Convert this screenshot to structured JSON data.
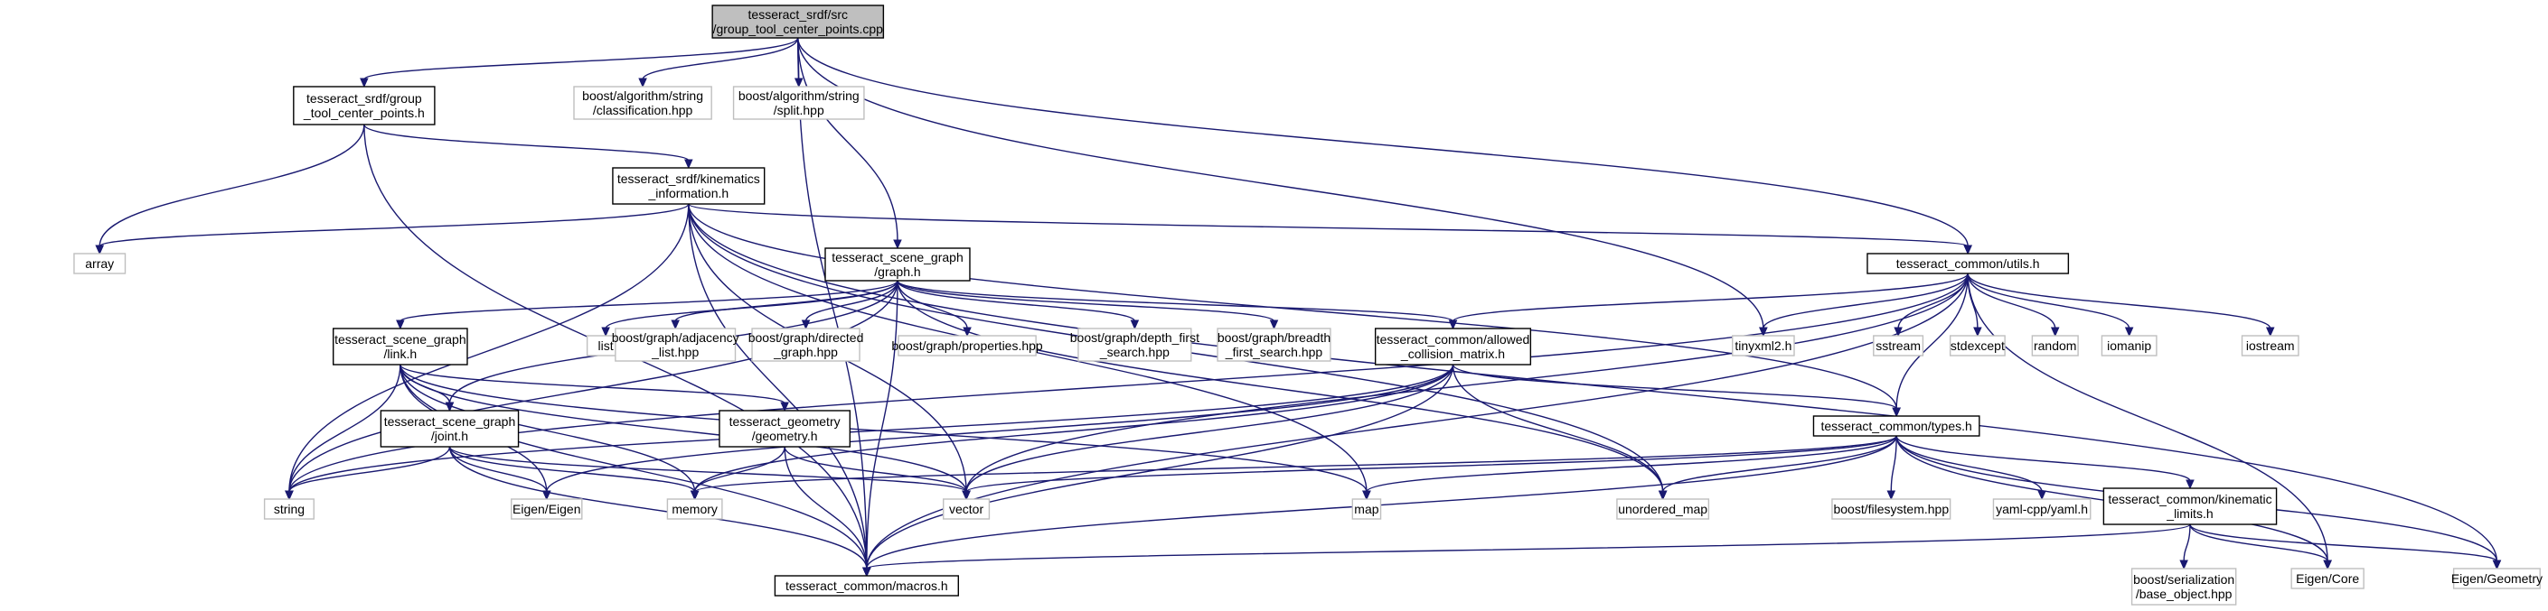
{
  "nodes": [
    {
      "id": "src",
      "kind": "main",
      "lines": [
        "tesseract_srdf/src",
        "/group_tool_center_points.cpp"
      ]
    },
    {
      "id": "gtcp",
      "kind": "proj",
      "lines": [
        "tesseract_srdf/group",
        "_tool_center_points.h"
      ]
    },
    {
      "id": "classification",
      "kind": "ext",
      "lines": [
        "boost/algorithm/string",
        "/classification.hpp"
      ]
    },
    {
      "id": "split",
      "kind": "ext",
      "lines": [
        "boost/algorithm/string",
        "/split.hpp"
      ]
    },
    {
      "id": "kin",
      "kind": "proj",
      "lines": [
        "tesseract_srdf/kinematics",
        "_information.h"
      ]
    },
    {
      "id": "array",
      "kind": "ext",
      "lines": [
        "array"
      ]
    },
    {
      "id": "graphh",
      "kind": "proj",
      "lines": [
        "tesseract_scene_graph",
        "/graph.h"
      ]
    },
    {
      "id": "utils",
      "kind": "proj",
      "lines": [
        "tesseract_common/utils.h"
      ]
    },
    {
      "id": "link",
      "kind": "proj",
      "lines": [
        "tesseract_scene_graph",
        "/link.h"
      ]
    },
    {
      "id": "list",
      "kind": "ext",
      "lines": [
        "list"
      ]
    },
    {
      "id": "adjacency",
      "kind": "ext",
      "lines": [
        "boost/graph/adjacency",
        "_list.hpp"
      ]
    },
    {
      "id": "directed",
      "kind": "ext",
      "lines": [
        "boost/graph/directed",
        "_graph.hpp"
      ]
    },
    {
      "id": "properties",
      "kind": "ext",
      "lines": [
        "boost/graph/properties.hpp"
      ]
    },
    {
      "id": "dfs",
      "kind": "ext",
      "lines": [
        "boost/graph/depth_first",
        "_search.hpp"
      ]
    },
    {
      "id": "bfs",
      "kind": "ext",
      "lines": [
        "boost/graph/breadth",
        "_first_search.hpp"
      ]
    },
    {
      "id": "acm",
      "kind": "proj",
      "lines": [
        "tesseract_common/allowed",
        "_collision_matrix.h"
      ]
    },
    {
      "id": "tinyxml2",
      "kind": "ext",
      "lines": [
        "tinyxml2.h"
      ]
    },
    {
      "id": "sstream",
      "kind": "ext",
      "lines": [
        "sstream"
      ]
    },
    {
      "id": "stdexcept",
      "kind": "ext",
      "lines": [
        "stdexcept"
      ]
    },
    {
      "id": "random",
      "kind": "ext",
      "lines": [
        "random"
      ]
    },
    {
      "id": "iomanip",
      "kind": "ext",
      "lines": [
        "iomanip"
      ]
    },
    {
      "id": "iostream",
      "kind": "ext",
      "lines": [
        "iostream"
      ]
    },
    {
      "id": "joint",
      "kind": "proj",
      "lines": [
        "tesseract_scene_graph",
        "/joint.h"
      ]
    },
    {
      "id": "geometry",
      "kind": "proj",
      "lines": [
        "tesseract_geometry",
        "/geometry.h"
      ]
    },
    {
      "id": "types",
      "kind": "proj",
      "lines": [
        "tesseract_common/types.h"
      ]
    },
    {
      "id": "string",
      "kind": "ext",
      "lines": [
        "string"
      ]
    },
    {
      "id": "eigen",
      "kind": "ext",
      "lines": [
        "Eigen/Eigen"
      ]
    },
    {
      "id": "memory",
      "kind": "ext",
      "lines": [
        "memory"
      ]
    },
    {
      "id": "vector",
      "kind": "ext",
      "lines": [
        "vector"
      ]
    },
    {
      "id": "map",
      "kind": "ext",
      "lines": [
        "map"
      ]
    },
    {
      "id": "umap",
      "kind": "ext",
      "lines": [
        "unordered_map"
      ]
    },
    {
      "id": "filesystem",
      "kind": "ext",
      "lines": [
        "boost/filesystem.hpp"
      ]
    },
    {
      "id": "yaml",
      "kind": "ext",
      "lines": [
        "yaml-cpp/yaml.h"
      ]
    },
    {
      "id": "kinlimits",
      "kind": "proj",
      "lines": [
        "tesseract_common/kinematic",
        "_limits.h"
      ]
    },
    {
      "id": "serialization",
      "kind": "ext",
      "lines": [
        "boost/serialization",
        "/base_object.hpp"
      ]
    },
    {
      "id": "eigencore",
      "kind": "ext",
      "lines": [
        "Eigen/Core"
      ]
    },
    {
      "id": "eigengeom",
      "kind": "ext",
      "lines": [
        "Eigen/Geometry"
      ]
    },
    {
      "id": "macros",
      "kind": "proj",
      "lines": [
        "tesseract_common/macros.h"
      ]
    }
  ],
  "edges": [
    [
      "src",
      "gtcp"
    ],
    [
      "src",
      "classification"
    ],
    [
      "src",
      "split"
    ],
    [
      "src",
      "graphh"
    ],
    [
      "src",
      "utils"
    ],
    [
      "src",
      "tinyxml2"
    ],
    [
      "src",
      "macros"
    ],
    [
      "gtcp",
      "kin"
    ],
    [
      "gtcp",
      "array"
    ],
    [
      "gtcp",
      "macros"
    ],
    [
      "kin",
      "array"
    ],
    [
      "kin",
      "string"
    ],
    [
      "kin",
      "vector"
    ],
    [
      "kin",
      "macros"
    ],
    [
      "kin",
      "utils"
    ],
    [
      "kin",
      "umap"
    ],
    [
      "kin",
      "map"
    ],
    [
      "kin",
      "types"
    ],
    [
      "kin",
      "eigengeom"
    ],
    [
      "graphh",
      "list"
    ],
    [
      "graphh",
      "adjacency"
    ],
    [
      "graphh",
      "directed"
    ],
    [
      "graphh",
      "properties"
    ],
    [
      "graphh",
      "dfs"
    ],
    [
      "graphh",
      "bfs"
    ],
    [
      "graphh",
      "link"
    ],
    [
      "graphh",
      "joint"
    ],
    [
      "graphh",
      "acm"
    ],
    [
      "graphh",
      "string"
    ],
    [
      "graphh",
      "macros"
    ],
    [
      "graphh",
      "umap"
    ],
    [
      "utils",
      "string"
    ],
    [
      "utils",
      "acm"
    ],
    [
      "utils",
      "tinyxml2"
    ],
    [
      "utils",
      "sstream"
    ],
    [
      "utils",
      "stdexcept"
    ],
    [
      "utils",
      "random"
    ],
    [
      "utils",
      "iomanip"
    ],
    [
      "utils",
      "iostream"
    ],
    [
      "utils",
      "types"
    ],
    [
      "utils",
      "vector"
    ],
    [
      "utils",
      "macros"
    ],
    [
      "utils",
      "eigencore"
    ],
    [
      "link",
      "joint"
    ],
    [
      "link",
      "geometry"
    ],
    [
      "link",
      "string"
    ],
    [
      "link",
      "eigen"
    ],
    [
      "link",
      "memory"
    ],
    [
      "link",
      "vector"
    ],
    [
      "link",
      "macros"
    ],
    [
      "link",
      "map"
    ],
    [
      "acm",
      "types"
    ],
    [
      "acm",
      "string"
    ],
    [
      "acm",
      "vector"
    ],
    [
      "acm",
      "memory"
    ],
    [
      "acm",
      "eigen"
    ],
    [
      "acm",
      "umap"
    ],
    [
      "acm",
      "macros"
    ],
    [
      "joint",
      "string"
    ],
    [
      "joint",
      "eigen"
    ],
    [
      "joint",
      "memory"
    ],
    [
      "joint",
      "vector"
    ],
    [
      "joint",
      "macros"
    ],
    [
      "geometry",
      "memory"
    ],
    [
      "geometry",
      "vector"
    ],
    [
      "geometry",
      "macros"
    ],
    [
      "types",
      "vector"
    ],
    [
      "types",
      "map"
    ],
    [
      "types",
      "umap"
    ],
    [
      "types",
      "filesystem"
    ],
    [
      "types",
      "yaml"
    ],
    [
      "types",
      "kinlimits"
    ],
    [
      "types",
      "eigencore"
    ],
    [
      "types",
      "eigengeom"
    ],
    [
      "types",
      "memory"
    ],
    [
      "types",
      "macros"
    ],
    [
      "kinlimits",
      "serialization"
    ],
    [
      "kinlimits",
      "eigencore"
    ],
    [
      "kinlimits",
      "eigengeom"
    ],
    [
      "kinlimits",
      "macros"
    ]
  ]
}
